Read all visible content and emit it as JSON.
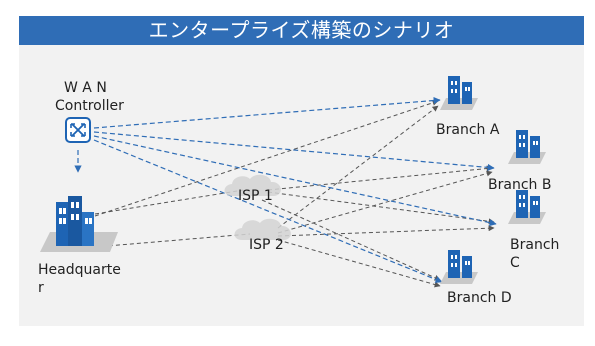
{
  "title": "エンタープライズ構築のシナリオ",
  "wan_controller": {
    "line1": "W A N",
    "line2": "Controller"
  },
  "headquarters": {
    "line1": "Headquarte",
    "line2": "r"
  },
  "isps": [
    {
      "label": "ISP 1"
    },
    {
      "label": "ISP 2"
    }
  ],
  "branches": [
    {
      "label": "Branch A"
    },
    {
      "label": "Branch B"
    },
    {
      "label": "Branch",
      "label2": "C"
    },
    {
      "label": "Branch D"
    }
  ],
  "colors": {
    "title_bar": "#2f6db6",
    "panel": "#f2f2f2",
    "controller_link": "#2f6db6",
    "wan_link": "#555555",
    "icon_blue": "#1e64b4"
  }
}
